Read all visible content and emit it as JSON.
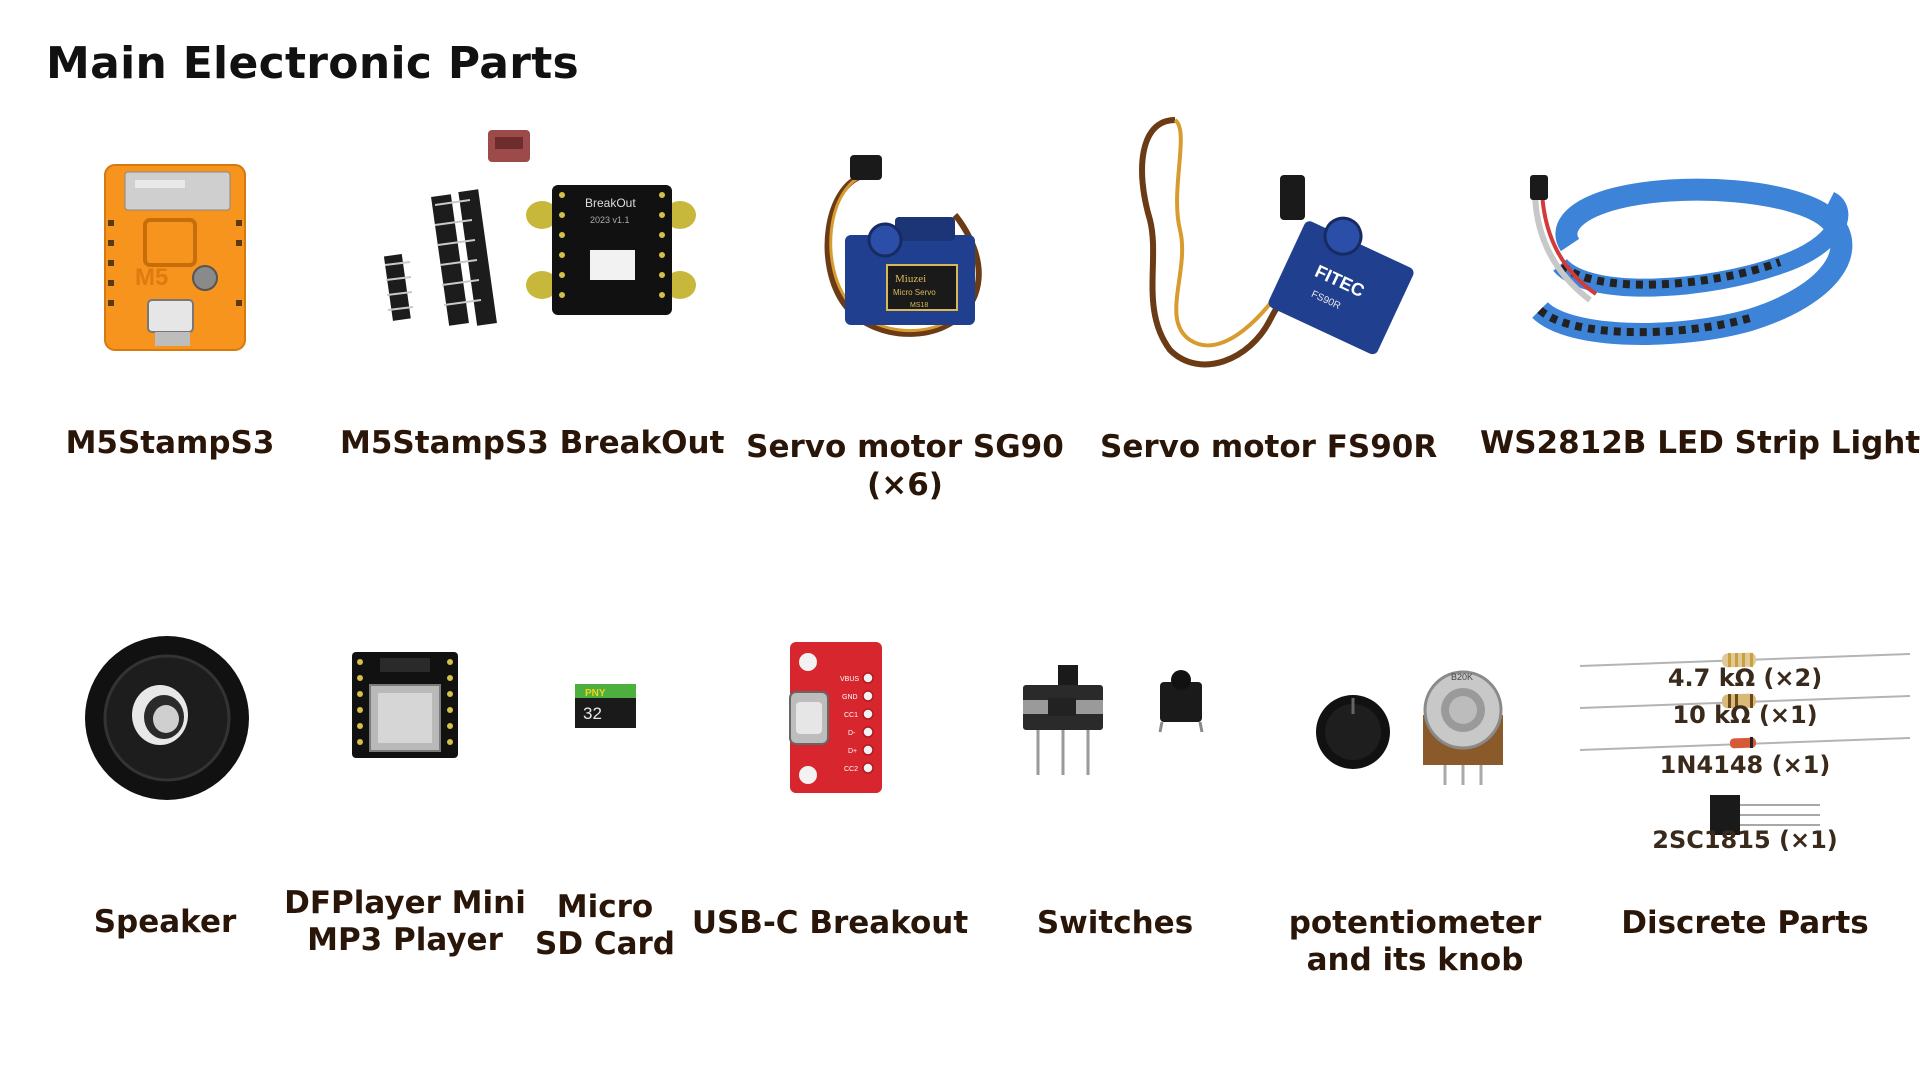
{
  "title": "Main Electronic Parts",
  "parts_row1": [
    {
      "label": "M5StampS3"
    },
    {
      "label": "M5StampS3 BreakOut"
    },
    {
      "label": "Servo motor SG90",
      "sublabel": "(×6)"
    },
    {
      "label": "Servo motor FS90R"
    },
    {
      "label": "WS2812B LED Strip Light"
    }
  ],
  "parts_row2": [
    {
      "label": "Speaker"
    },
    {
      "label": "DFPlayer Mini",
      "sublabel": "MP3 Player"
    },
    {
      "label": "Micro",
      "sublabel": "SD Card"
    },
    {
      "label": "USB-C Breakout"
    },
    {
      "label": "Switches"
    },
    {
      "label": "potentiometer",
      "sublabel": "and its knob"
    },
    {
      "label": "Discrete Parts"
    }
  ],
  "discrete_items": [
    "4.7 kΩ (×2)",
    "10 kΩ (×1)",
    "1N4148 (×1)",
    "2SC1815 (×1)"
  ],
  "photo_markings": {
    "m5stamp": "M5",
    "breakout_board": "BreakOut",
    "breakout_rev": "2023 v1.1",
    "sg90_brand": "Miuzei",
    "sg90_model": "Micro Servo",
    "sg90_code": "MS18",
    "fs90r_brand": "FITEC",
    "fs90r_model": "FS90R",
    "sd_brand": "PNY",
    "sd_capacity": "32",
    "pot_value": "B20K",
    "usbc_pins": [
      "VBUS",
      "GND",
      "CC1",
      "D-",
      "D+",
      "CC2"
    ]
  },
  "colors": {
    "title": "#111111",
    "label": "#2a1608",
    "orange": "#f7941d",
    "pcb_red": "#d8262e",
    "led_blue": "#3d84d8"
  }
}
